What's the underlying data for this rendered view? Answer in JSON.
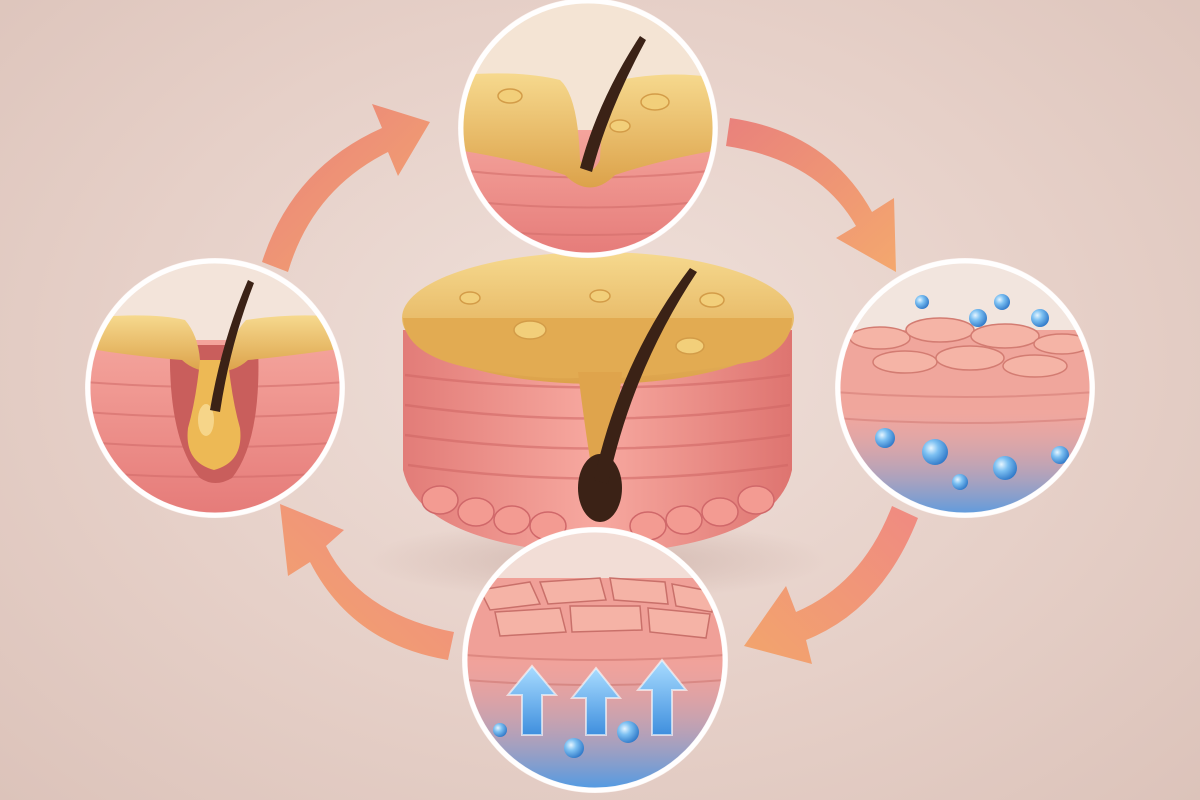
{
  "diagram": {
    "type": "cycle",
    "stage_count": 4,
    "stages": [
      {
        "id": "stage-top",
        "name": "sebum-coated-surface-with-hair"
      },
      {
        "id": "stage-right",
        "name": "flaking-surface-with-moisture-droplets"
      },
      {
        "id": "stage-bottom",
        "name": "cracked-surface-with-rising-moisture"
      },
      {
        "id": "stage-left",
        "name": "hair-follicle-with-sebum-bulb"
      }
    ],
    "center": {
      "name": "skin-block-with-hair-follicle"
    },
    "direction": "clockwise",
    "text_labels": []
  },
  "colors": {
    "background": "#e9d6cf",
    "sebum": "#e8b95c",
    "sebum_highlight": "#f6d98e",
    "skin": "#f0958f",
    "skin_dark": "#d96d6c",
    "hair": "#3b2216",
    "moisture": "#5aa6e6",
    "arrow_warm": "#f2a070",
    "arrow_pink": "#e8787a"
  }
}
